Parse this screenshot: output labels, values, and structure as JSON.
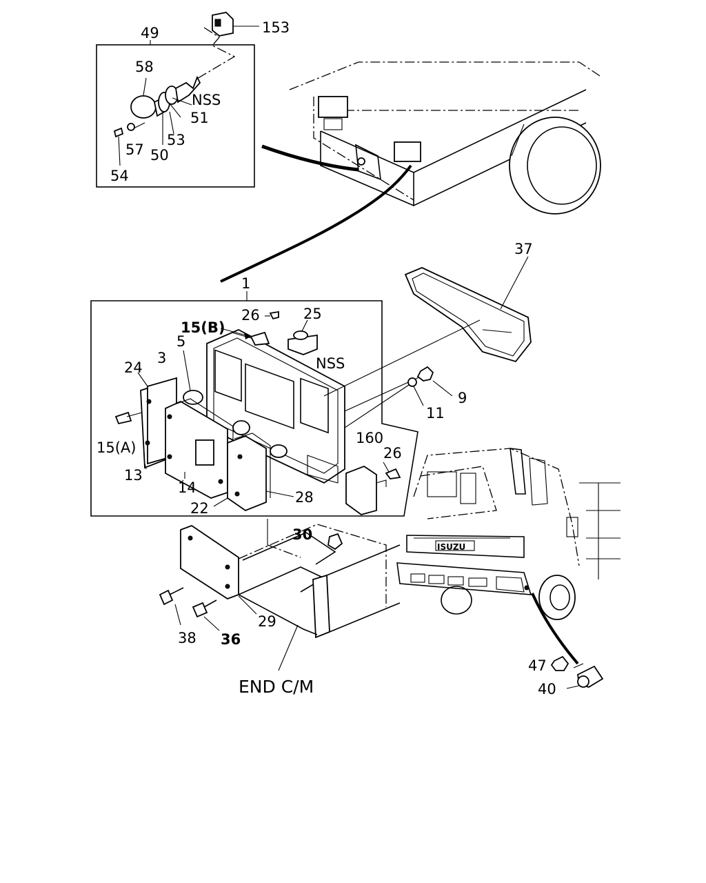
{
  "labels": {
    "p153": "153",
    "p49": "49",
    "p58": "58",
    "nss_top": "NSS",
    "p51": "51",
    "p53": "53",
    "p57": "57",
    "p50": "50",
    "p54": "54",
    "p37": "37",
    "p1": "1",
    "p26a": "26",
    "p25": "25",
    "p15b": "15(B)",
    "p5": "5",
    "nss_mid": "NSS",
    "p24": "24",
    "p3": "3",
    "p9": "9",
    "p11": "11",
    "p15a": "15(A)",
    "p160": "160",
    "p26b": "26",
    "p13": "13",
    "p14": "14",
    "p28": "28",
    "p22": "22",
    "p30": "30",
    "p29": "29",
    "p38": "38",
    "p36": "36",
    "end_cm": "END C/M",
    "p47": "47",
    "p40": "40",
    "brand": "ISUZU"
  }
}
